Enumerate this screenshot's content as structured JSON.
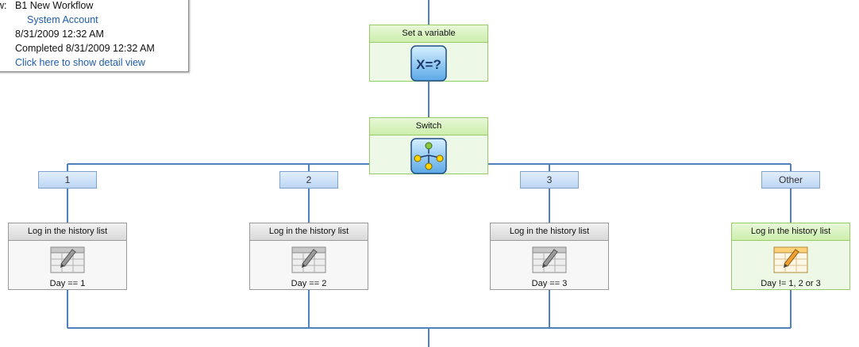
{
  "info_panel": {
    "label_cut": "w:",
    "workflow_name": "B1 New Workflow",
    "initiator": "System Account",
    "started": "8/31/2009 12:32 AM",
    "status": "Completed 8/31/2009 12:32 AM",
    "detail_link": "Click here to show detail view"
  },
  "workflow": {
    "set_variable": {
      "title": "Set a variable",
      "icon": "variable-x-icon"
    },
    "switch": {
      "title": "Switch",
      "icon": "switch-branch-icon"
    },
    "cases": [
      {
        "label": "1",
        "activity_title": "Log in the history list",
        "condition": "Day == 1",
        "state": "inactive",
        "icon": "history-log-icon"
      },
      {
        "label": "2",
        "activity_title": "Log in the history list",
        "condition": "Day == 2",
        "state": "inactive",
        "icon": "history-log-icon"
      },
      {
        "label": "3",
        "activity_title": "Log in the history list",
        "condition": "Day == 3",
        "state": "inactive",
        "icon": "history-log-icon"
      },
      {
        "label": "Other",
        "activity_title": "Log in the history list",
        "condition": "Day != 1, 2 or 3",
        "state": "executed",
        "icon": "history-log-icon"
      }
    ]
  },
  "colors": {
    "connector": "#4f81bd",
    "executed_border": "#99cc66",
    "inactive_border": "#9a9a9a",
    "link": "#1f5ca8"
  }
}
